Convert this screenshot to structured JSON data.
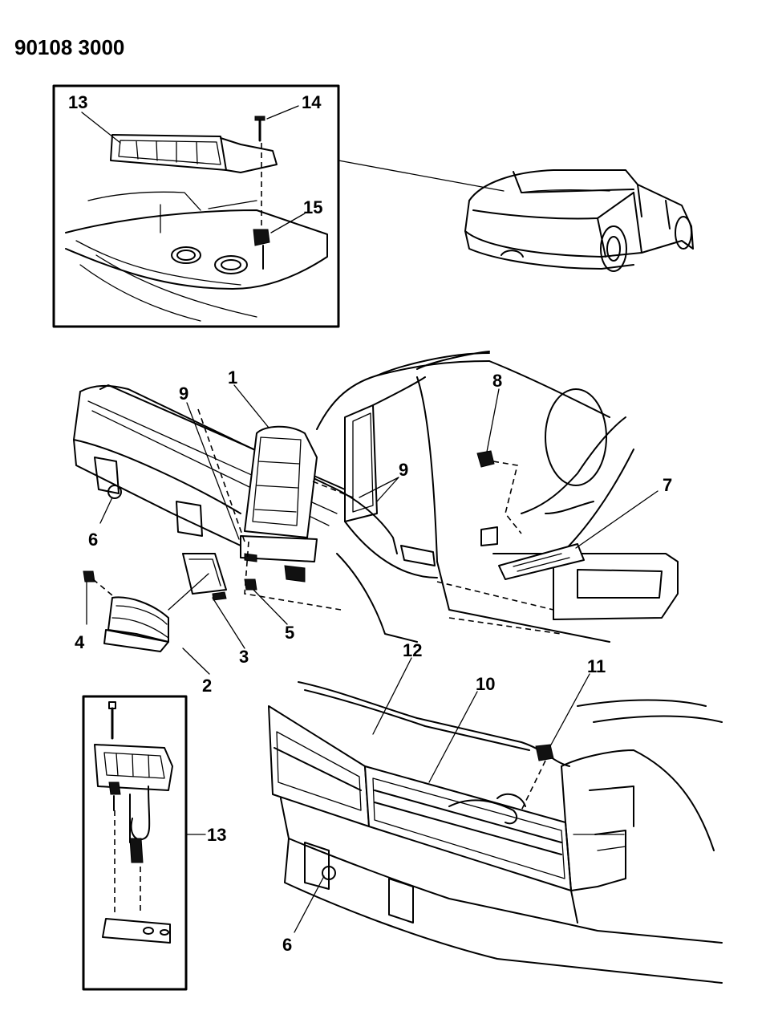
{
  "diagram_code": "90108 3000",
  "callouts": {
    "c1": "1",
    "c2": "2",
    "c3": "3",
    "c4": "4",
    "c5": "5",
    "c6a": "6",
    "c6b": "6",
    "c7": "7",
    "c8": "8",
    "c9a": "9",
    "c9b": "9",
    "c10": "10",
    "c11": "11",
    "c12": "12",
    "c13a": "13",
    "c13b": "13",
    "c14": "14",
    "c15": "15"
  }
}
